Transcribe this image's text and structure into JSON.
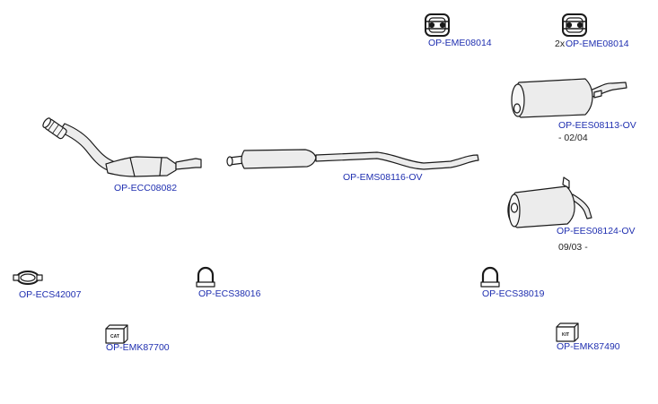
{
  "parts": {
    "eme_1": {
      "label": "OP-EME08014",
      "icon": "rubber-hanger-icon"
    },
    "eme_2": {
      "qty": "2x",
      "label": "OP-EME08014",
      "icon": "rubber-hanger-icon"
    },
    "rear_box_a": {
      "label": "OP-EES08113-OV",
      "note": "- 02/04",
      "icon": "rear-silencer-icon"
    },
    "rear_box_b": {
      "label": "OP-EES08124-OV",
      "note": "09/03 -",
      "icon": "rear-silencer-icon"
    },
    "catalyst": {
      "label": "OP-ECC08082",
      "icon": "catalytic-converter-icon"
    },
    "middle_box": {
      "label": "OP-EMS08116-OV",
      "icon": "middle-silencer-icon"
    },
    "ecs_42007": {
      "label": "OP-ECS42007",
      "icon": "exhaust-clamp-icon"
    },
    "ecs_38016": {
      "label": "OP-ECS38016",
      "icon": "exhaust-clamp-icon"
    },
    "ecs_38019": {
      "label": "OP-ECS38019",
      "icon": "exhaust-clamp-icon"
    },
    "emk_87700": {
      "label": "OP-EMK87700",
      "box_text": "CAT",
      "icon": "mounting-kit-box-icon"
    },
    "emk_87490": {
      "label": "OP-EMK87490",
      "box_text": "KIT",
      "icon": "mounting-kit-box-icon"
    }
  },
  "colors": {
    "link": "#1f2fb0",
    "line": "#1a1a1a",
    "body_fill": "#ececec"
  }
}
